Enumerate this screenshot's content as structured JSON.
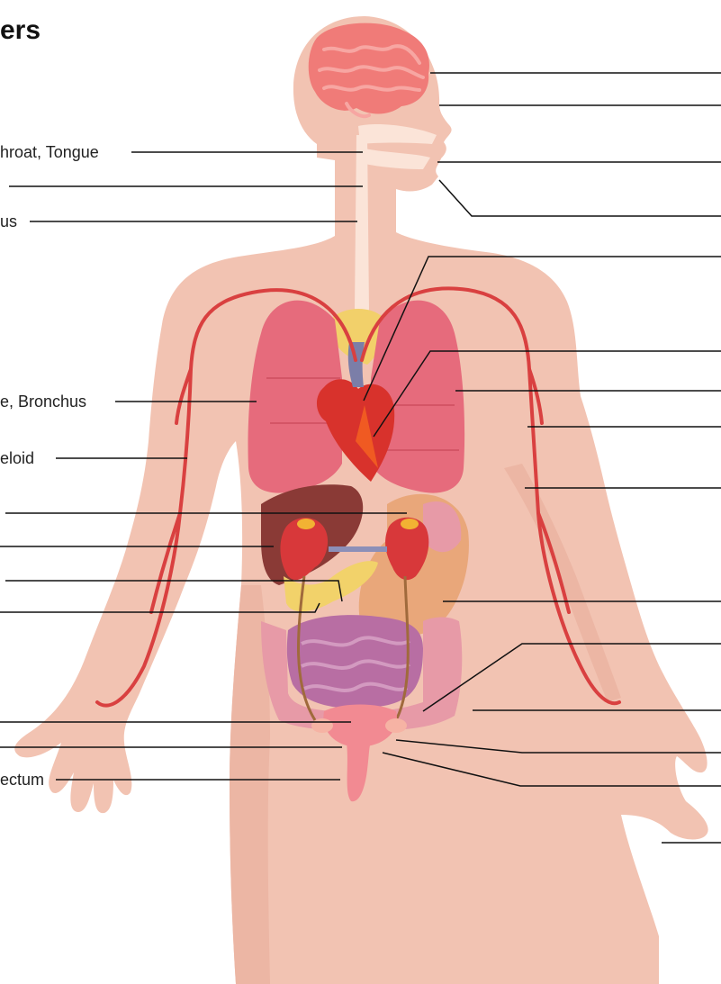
{
  "title": "ers",
  "labels": {
    "throat_tongue": "hroat, Tongue",
    "esophagus": "us",
    "bronchus": "e, Bronchus",
    "myeloid": "eloid",
    "rectum": "ectum"
  },
  "colors": {
    "skin": "#f2c3b2",
    "skin_shadow": "#e9ad9c",
    "brain": "#f07b78",
    "lung": "#e66b7c",
    "heart": "#d8322c",
    "artery": "#d94040",
    "liver": "#8a3a36",
    "kidney": "#d8383a",
    "pancreas": "#f2d26a",
    "intestine": "#b86ea3",
    "colon": "#e79aa7",
    "stomach": "#e9a77a",
    "bladder": "#f28a92",
    "leader_line": "#111111"
  }
}
